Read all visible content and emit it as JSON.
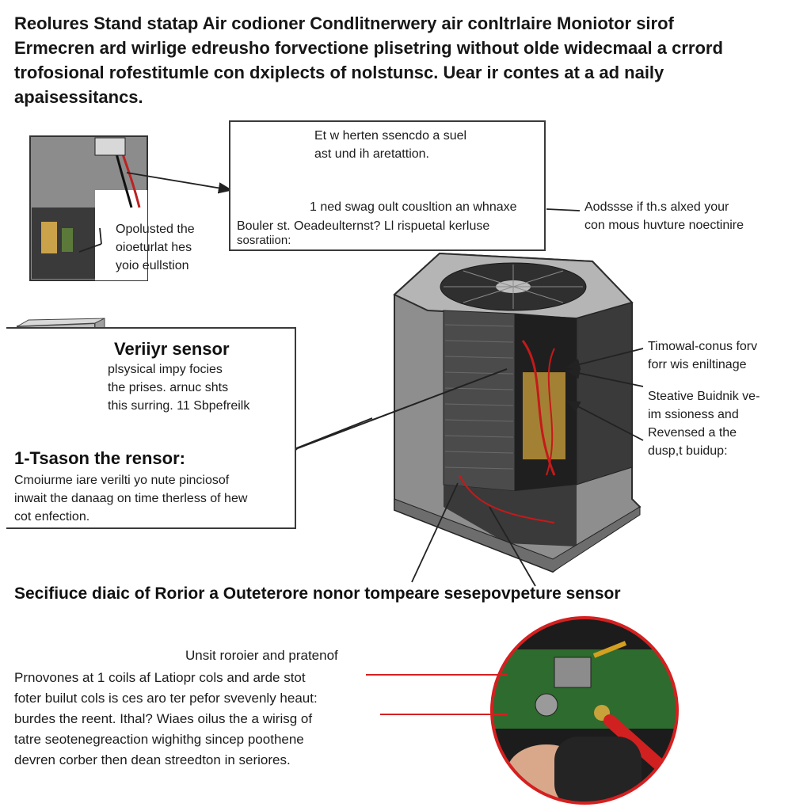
{
  "title_lines": [
    "Reolures Stand statap Air codioner Condlitnerwery air conltrlaire Moniotor sirof",
    "Ermecren ard wirlige edreusho forvectione plisetring without olde widecmaal a crrord",
    "trofosional rofestitumle con dxiplects of nolstunsc. Uear ir contes at a ad naily",
    "apaisessitancs."
  ],
  "callout_left_top": [
    "Opolusted the",
    "oioeturlat hes",
    "yoio eullstion"
  ],
  "callout_top_box": {
    "lines_top": [
      "Et w herten ssencdo a suel",
      "ast und ih aretattion."
    ],
    "line_mid": "1 ned swag oult cousltion an whnaxe",
    "line_bottom": "Bouler st. Oeadeulternst? Ll rispuetal kerluse",
    "line_last": "sosratiion:"
  },
  "callout_right_top": [
    "Aodssse if th.s alxed your",
    "con mous huvture noectinire"
  ],
  "sensor_box": {
    "heading": "Veriiyr sensor",
    "lines": [
      "plsysical impy focies",
      "the prises. arnuc shts",
      "this surring. 11 Sbpefreilk"
    ],
    "subheading": "1-Tsason the rensor:",
    "sub_lines": [
      "Cmoiurme iare verilti yo nute pinciosof",
      "inwait the danaag on time therless of hew",
      "cot enfection."
    ]
  },
  "callout_right_mid": [
    "Timowal-conus forv",
    "forr wis eniltinage"
  ],
  "callout_right_low": [
    "Steative Buidnik ve-",
    "im ssioness and",
    "Revensed a the",
    "dusp,t buidup:"
  ],
  "section_title": "Secifiuce diaic of Rorior a Outeterore nonor tompeare sesepovpeture sensor",
  "bottom_caption": "Unsit roroier and pratenof",
  "bottom_lines": [
    "Prnovones at 1 coils af Latiopr cols and arde stot",
    "foter builut cols is ces aro ter pefor svevenly heaut:",
    "burdes the reent. Ithal? Wiaes oilus the a wirisg of",
    "tatre seotenegreaction wighithg sincep poothene",
    "devren corber then dean streedton in seriores."
  ],
  "colors": {
    "accent_red": "#d42020",
    "line": "#222222",
    "unit_gray": "#5a5a5a"
  }
}
